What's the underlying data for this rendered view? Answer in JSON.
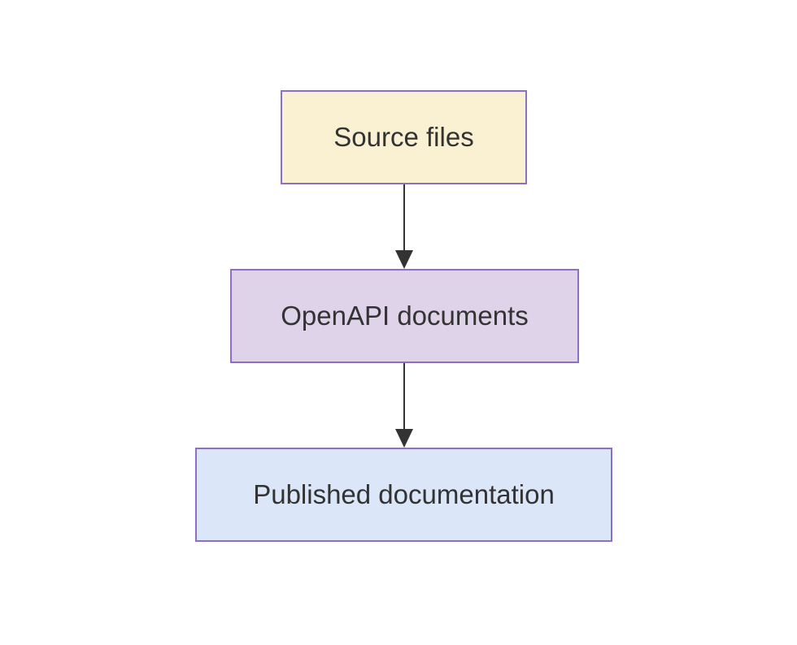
{
  "diagram": {
    "type": "flowchart",
    "direction": "top-down",
    "background_color": "#ffffff",
    "text_color": "#333333",
    "border_color": "#8e6fc8",
    "arrow_color": "#333333",
    "nodes": [
      {
        "id": "source-files",
        "label": "Source files",
        "fill": "#faf0d2",
        "border": "#8e6fc8",
        "text_color": "#333333"
      },
      {
        "id": "openapi-documents",
        "label": "OpenAPI documents",
        "fill": "#ded3e8",
        "border": "#8e6fc8",
        "text_color": "#333333"
      },
      {
        "id": "published-documentation",
        "label": "Published documentation",
        "fill": "#dbe6f8",
        "border": "#8e6fc8",
        "text_color": "#333333"
      }
    ],
    "edges": [
      {
        "from": "source-files",
        "to": "openapi-documents",
        "color": "#333333",
        "style": "solid-arrow"
      },
      {
        "from": "openapi-documents",
        "to": "published-documentation",
        "color": "#333333",
        "style": "solid-arrow"
      }
    ]
  }
}
